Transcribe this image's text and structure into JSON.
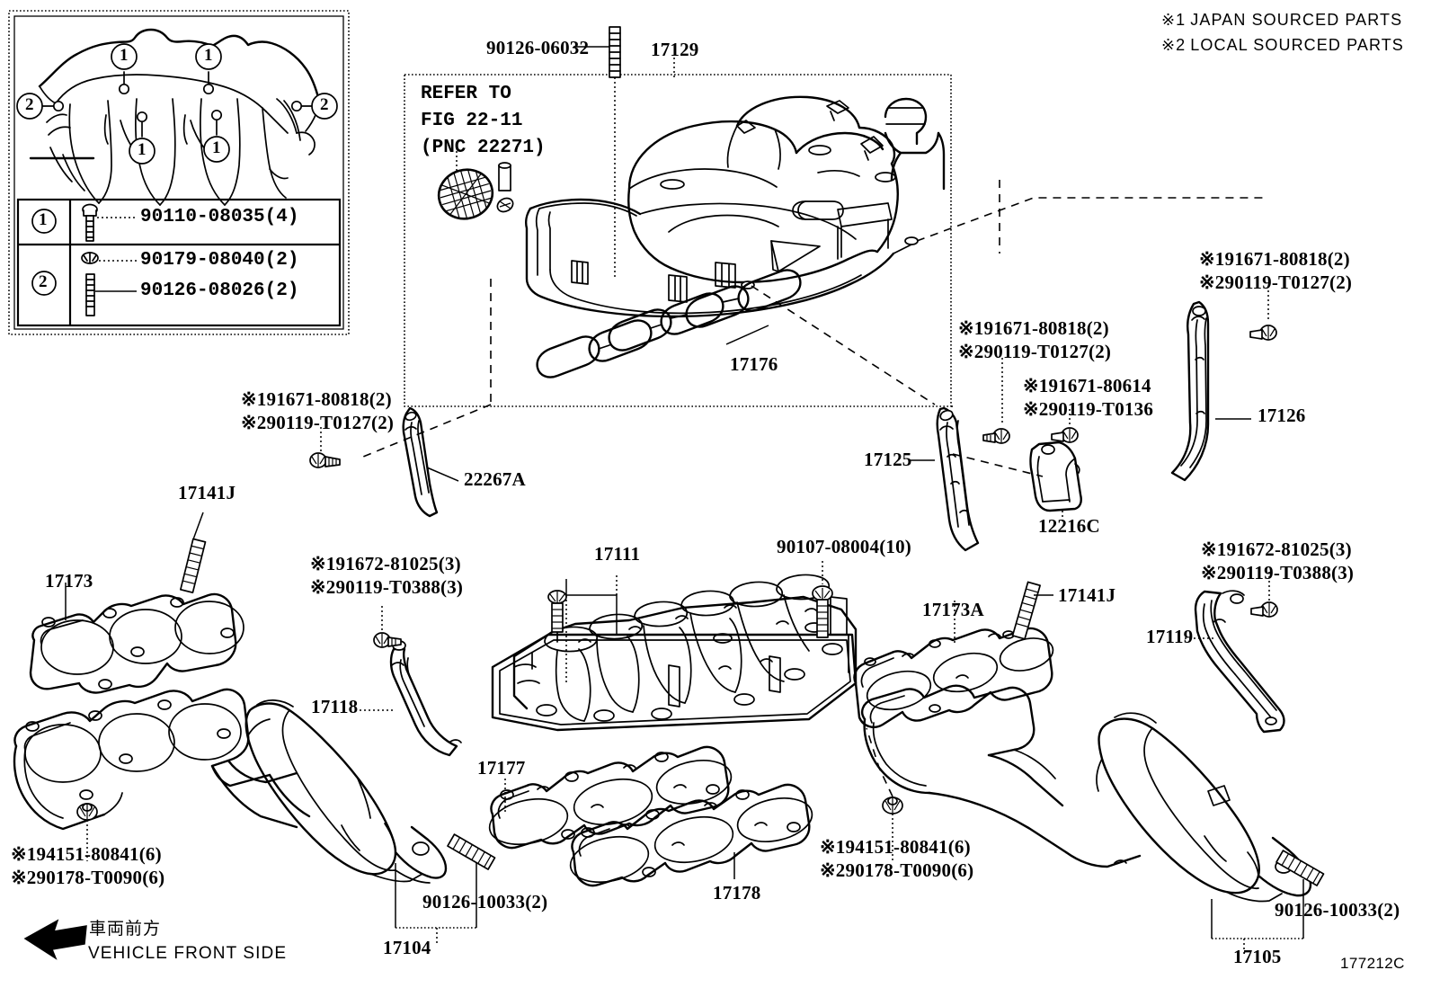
{
  "diagram": {
    "id": "177212C",
    "notes": [
      {
        "mark": "※1",
        "text": "JAPAN SOURCED PARTS"
      },
      {
        "mark": "※2",
        "text": "LOCAL SOURCED PARTS"
      }
    ],
    "front_arrow": {
      "japanese": "車両前方",
      "english": "VEHICLE FRONT SIDE"
    }
  },
  "inset": {
    "callouts": [
      {
        "id": "1"
      },
      {
        "id": "2"
      }
    ],
    "table": [
      {
        "id": "1",
        "parts": [
          "90110-08035(4)"
        ]
      },
      {
        "id": "2",
        "parts": [
          "90179-08040(2)",
          "90126-08026(2)"
        ]
      }
    ]
  },
  "refbox": {
    "refer_lines": [
      "REFER TO",
      "FIG 22-11",
      "(PNC 22271)"
    ]
  },
  "labels": {
    "bolt_90126_06032": "90126-06032",
    "surge_tank_17129": "17129",
    "gasket_17176": "17176",
    "bracket_22267A": "22267A",
    "stay_17125": "17125",
    "bracket_12216C": "12216C",
    "stay_17126": "17126",
    "manifold_17111": "17111",
    "bolt_90107_08004": "90107-08004(10)",
    "gasket_17173": "17173",
    "stud_17141J_left": "17141J",
    "stay_17118": "17118",
    "gasket_17177": "17177",
    "gasket_17178": "17178",
    "gasket_17173A": "17173A",
    "stud_17141J_right": "17141J",
    "stay_17119": "17119",
    "converter_17104": "17104",
    "converter_17105": "17105",
    "stud_90126_10033_left": "90126-10033(2)",
    "stud_90126_10033_right": "90126-10033(2)"
  },
  "dual_source_labels": {
    "g1": {
      "l1": "※191671-80818(2)",
      "l2": "※290119-T0127(2)"
    },
    "g2": {
      "l1": "※191671-80818(2)",
      "l2": "※290119-T0127(2)"
    },
    "g3": {
      "l1": "※191671-80818(2)",
      "l2": "※290119-T0127(2)"
    },
    "g4": {
      "l1": "※191671-80614",
      "l2": "※290119-T0136"
    },
    "g5": {
      "l1": "※191672-81025(3)",
      "l2": "※290119-T0388(3)"
    },
    "g6": {
      "l1": "※191672-81025(3)",
      "l2": "※290119-T0388(3)"
    },
    "g7": {
      "l1": "※194151-80841(6)",
      "l2": "※290178-T0090(6)"
    },
    "g8": {
      "l1": "※194151-80841(6)",
      "l2": "※290178-T0090(6)"
    }
  }
}
